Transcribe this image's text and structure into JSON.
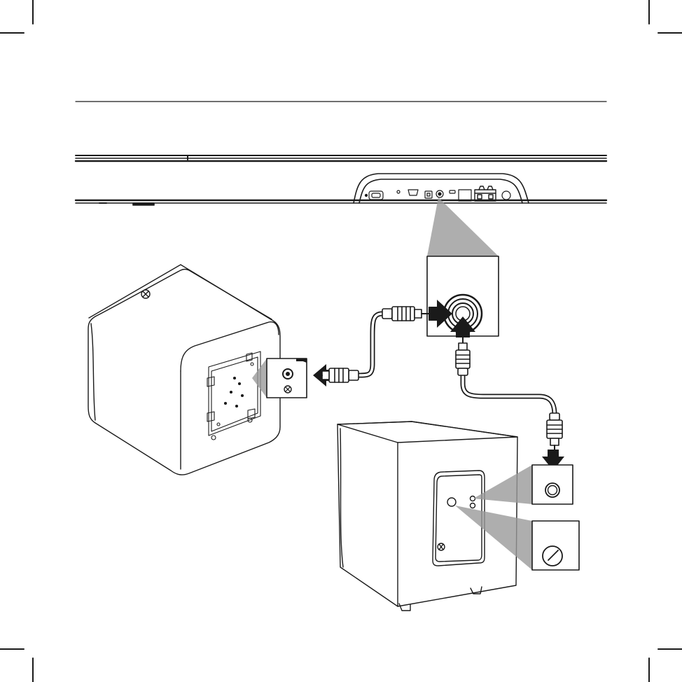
{
  "image_type": "line-art connection diagram",
  "colors": {
    "line": "#1a1a1a",
    "fill": "#ffffff",
    "callout_gray": "#9a9a9a",
    "cable_gray": "#d0d0d0"
  },
  "components": {
    "soundbar": {
      "icon": "soundbar-rear-view",
      "ports": [
        "power-port-icon",
        "hdmi-port-icon",
        "optical-port-icon",
        "sub-out-port-icon",
        "usb-port-icon",
        "ethernet-port-icon",
        "speaker-terminal-icon"
      ]
    },
    "wall_sub": {
      "icon": "cube-subwoofer-with-wall-mount-plate"
    },
    "floor_sub": {
      "icon": "box-subwoofer-rear-panel"
    },
    "cable_1": {
      "icon": "rca-cable-icon",
      "connector": "rca-plug-icon"
    },
    "cable_2": {
      "icon": "rca-cable-icon",
      "connector": "rca-plug-icon"
    },
    "callouts": [
      "sub-out-jack-zoom",
      "wall-sub-input-zoom",
      "floor-sub-input-zoom",
      "floor-sub-level-knob-zoom"
    ],
    "arrows": [
      "arrow-right-icon",
      "arrow-up-icon",
      "arrow-left-icon",
      "arrow-down-icon"
    ]
  }
}
